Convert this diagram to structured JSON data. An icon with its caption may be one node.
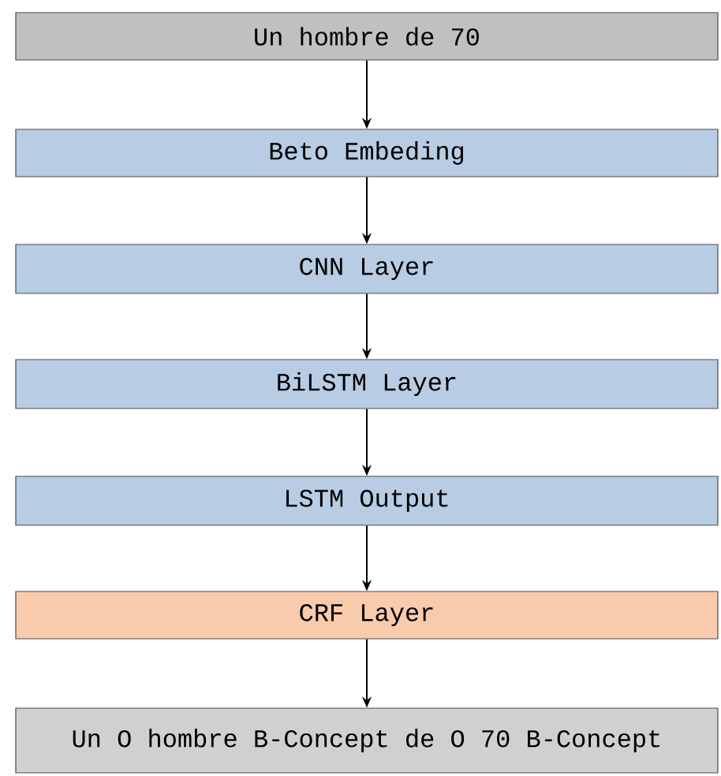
{
  "diagram": {
    "nodes": [
      {
        "text": [
          "Un hombre de 70"
        ]
      },
      {
        "text": [
          "Beto Embeding"
        ]
      },
      {
        "text": [
          "CNN Layer"
        ]
      },
      {
        "text": [
          "BiLSTM Layer"
        ]
      },
      {
        "text": [
          "LSTM Output"
        ]
      },
      {
        "text": [
          "CRF Layer"
        ]
      },
      {
        "text": [
          "Un O hombre B-Concept de O 70 B-Concept"
        ]
      }
    ],
    "edges": [
      {
        "from": 0,
        "to": 1,
        "arrow": "to"
      },
      {
        "from": 1,
        "to": 2,
        "arrow": "to"
      },
      {
        "from": 2,
        "to": 3,
        "arrow": "to"
      },
      {
        "from": 3,
        "to": 4,
        "arrow": "to"
      },
      {
        "from": 4,
        "to": 5,
        "arrow": "to"
      },
      {
        "from": 5,
        "to": 6,
        "arrow": "to"
      }
    ]
  }
}
